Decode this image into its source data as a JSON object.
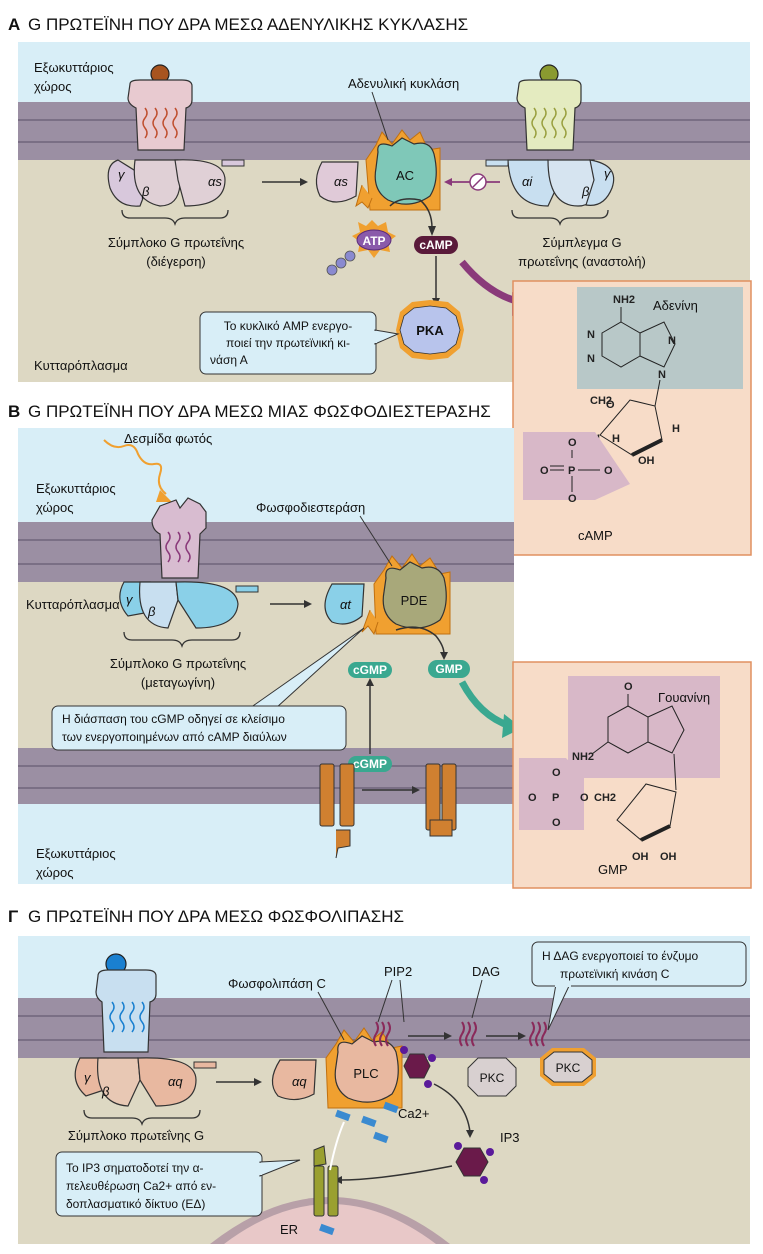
{
  "panelA": {
    "letter": "Α",
    "title": "G ΠΡΩΤΕΪΝΗ ΠΟΥ ΔΡΑ ΜΕΣΩ ΑΔΕΝΥΛΙΚΗΣ ΚΥΚΛΑΣΗΣ",
    "extracellular_1": "Εξωκυττάριος",
    "extracellular_2": "χώρος",
    "cytoplasm": "Κυτταρόπλασμα",
    "adenylyl_cyclase": "Αδενυλική κυκλάση",
    "ac": "AC",
    "gamma": "γ",
    "beta": "β",
    "alpha_s": "αs",
    "alpha_i": "αi",
    "atp": "ATP",
    "camp": "cAMP",
    "pka": "PKA",
    "complex_stim_1": "Σύμπλοκο G πρωτεΐνης",
    "complex_stim_2": "(διέγερση)",
    "complex_inh_1": "Σύμπλεγμα G",
    "complex_inh_2": "πρωτεΐνης (αναστολή)",
    "note_1": "Το κυκλικό AMP ενεργο-",
    "note_2": "ποιεί την πρωτεϊνική κι-",
    "note_3": "νάση Α"
  },
  "campInset": {
    "adenine": "Αδενίνη",
    "name": "cAMP",
    "nh2": "NH2",
    "ch2": "CH2",
    "oh": "OH",
    "h": "H",
    "n": "N",
    "o": "O",
    "p": "P"
  },
  "panelB": {
    "letter": "Β",
    "title": "G ΠΡΩΤΕΪΝΗ ΠΟΥ ΔΡΑ ΜΕΣΩ ΜΙΑΣ ΦΩΣΦΟΔΙΕΣΤΕΡΑΣΗΣ",
    "light": "Δεσμίδα φωτός",
    "extracellular_1": "Εξωκυττάριος",
    "extracellular_2": "χώρος",
    "cytoplasm": "Κυτταρόπλασμα",
    "pde_label": "Φωσφοδιεστεράση",
    "pde": "PDE",
    "alpha_t": "αt",
    "gamma": "γ",
    "beta": "β",
    "cgmp": "cGMP",
    "gmp": "GMP",
    "complex_1": "Σύμπλοκο G πρωτεΐνης",
    "complex_2": "(μεταγωγίνη)",
    "note_1": "Η διάσπαση του cGMP οδηγεί σε κλείσιμο",
    "note_2": "των ενεργοποιημένων από cAMP διαύλων",
    "extra_bottom_1": "Εξωκυττάριος",
    "extra_bottom_2": "χώρος"
  },
  "gmpInset": {
    "guanine": "Γουανίνη",
    "name": "GMP"
  },
  "panelC": {
    "letter": "Γ",
    "title": "G ΠΡΩΤΕΪΝΗ ΠΟΥ ΔΡΑ ΜΕΣΩ ΦΩΣΦΟΛΙΠΑΣΗΣ",
    "plc_label": "Φωσφολιπάση C",
    "plc": "PLC",
    "pip2": "PIP2",
    "dag": "DAG",
    "pkc": "PKC",
    "alpha_q": "αq",
    "gamma": "γ",
    "beta": "β",
    "ca": "Ca2+",
    "ip3": "IP3",
    "er": "ER",
    "complex": "Σύμπλοκο πρωτεΐνης G",
    "note_dag_1": "Η ΔAG ενεργοποιεί το ένζυμο",
    "note_dag_2": "πρωτεϊνική κινάση C",
    "note_ip3_1": "Το IP3 σηματοδοτεί την α-",
    "note_ip3_2": "πελευθέρωση Ca2+ από εν-",
    "note_ip3_3": "δοπλασματικό δίκτυο (ΕΔ)"
  },
  "colors": {
    "extracellular": "#d8eef7",
    "membrane": "#9b8fa3",
    "cytoplasm": "#ddd8c3",
    "enzyme_ac": "#7fc8b8",
    "enzyme_pde": "#a8a87a",
    "orange": "#f0a030",
    "camp_dark": "#5a1a3a",
    "gmp_teal": "#3aa890",
    "inset_bg": "#f7dcc8",
    "purple": "#8a3a7a"
  }
}
